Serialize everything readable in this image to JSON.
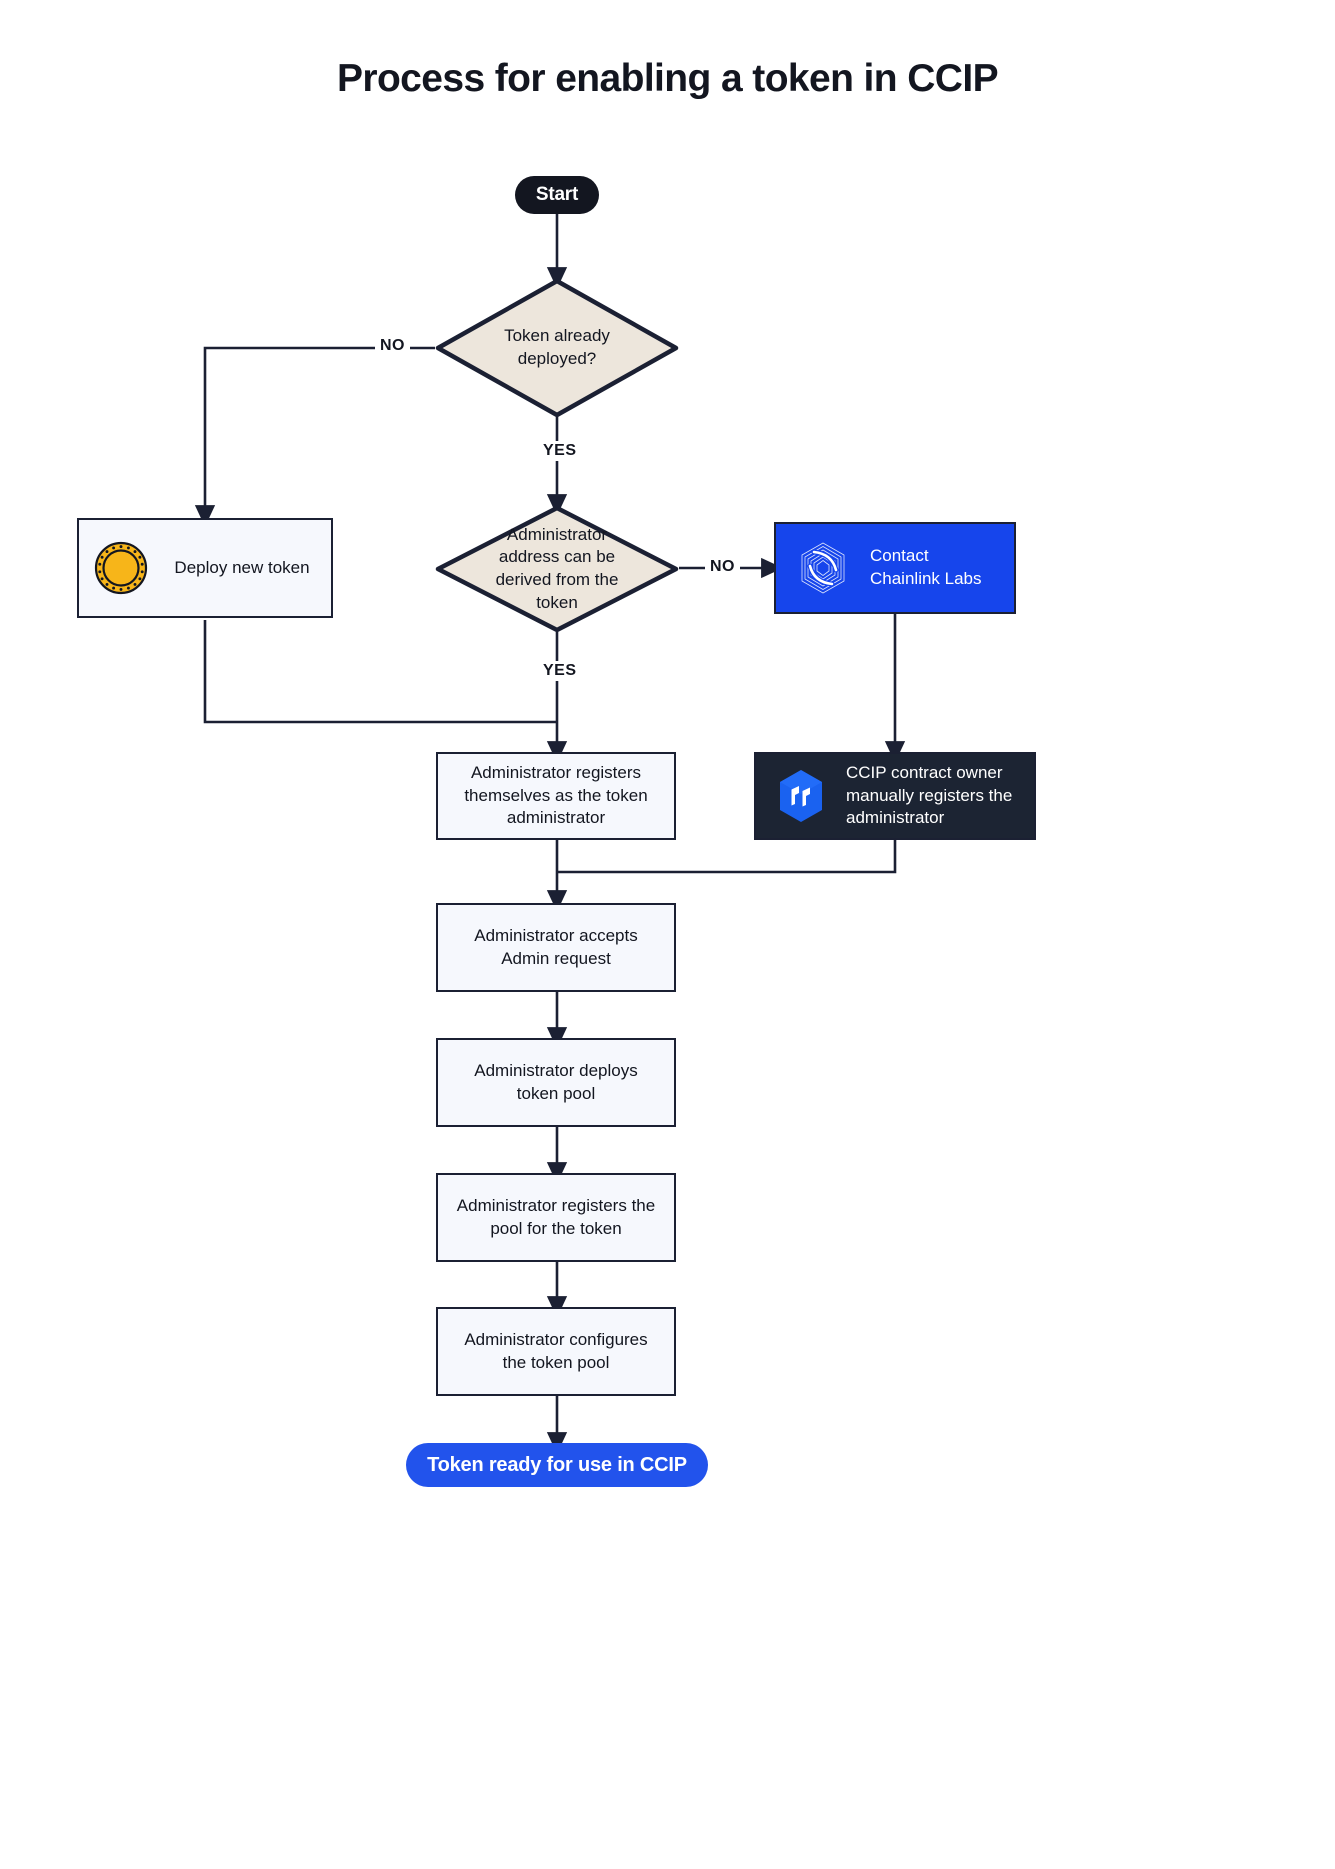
{
  "title": "Process for enabling a token in CCIP",
  "colors": {
    "background": "#ffffff",
    "ink": "#131620",
    "stroke": "#1B2033",
    "decision_fill": "#EDE6DC",
    "process_fill": "#F6F8FD",
    "blue_accent": "#1645EC",
    "blue_cta": "#2253EC",
    "dark_panel": "#1C2433",
    "coin_gold": "#F7B519"
  },
  "chart_data": {
    "type": "diagram",
    "diagram_kind": "flowchart",
    "orientation": "top-to-bottom",
    "title": "Process for enabling a token in CCIP",
    "nodes": [
      {
        "id": "start",
        "shape": "terminator",
        "label": "Start"
      },
      {
        "id": "q_deployed",
        "shape": "decision",
        "label": "Token already deployed?"
      },
      {
        "id": "deploy",
        "shape": "process",
        "label": "Deploy new token",
        "icon": "gold-coin-icon"
      },
      {
        "id": "q_derived",
        "shape": "decision",
        "label": "Administrator address can be derived from the token"
      },
      {
        "id": "contact",
        "shape": "process",
        "label": "Contact Chainlink Labs",
        "icon": "chainlink-logo-icon",
        "style": "blue"
      },
      {
        "id": "register_self",
        "shape": "process",
        "label": "Administrator registers themselves as the token administrator"
      },
      {
        "id": "manual_reg",
        "shape": "process",
        "label": "CCIP contract owner manually registers the administrator",
        "icon": "ccip-hex-icon",
        "style": "dark"
      },
      {
        "id": "accept",
        "shape": "process",
        "label": "Administrator accepts Admin request"
      },
      {
        "id": "deploy_pool",
        "shape": "process",
        "label": "Administrator deploys token pool"
      },
      {
        "id": "register_pool",
        "shape": "process",
        "label": "Administrator registers the pool for the token"
      },
      {
        "id": "configure",
        "shape": "process",
        "label": "Administrator configures the token pool"
      },
      {
        "id": "ready",
        "shape": "terminator",
        "label": "Token ready for use in CCIP"
      }
    ],
    "edges": [
      {
        "from": "start",
        "to": "q_deployed",
        "label": ""
      },
      {
        "from": "q_deployed",
        "to": "deploy",
        "label": "NO"
      },
      {
        "from": "q_deployed",
        "to": "q_derived",
        "label": "YES"
      },
      {
        "from": "deploy",
        "to": "register_self",
        "label": ""
      },
      {
        "from": "q_derived",
        "to": "contact",
        "label": "NO"
      },
      {
        "from": "q_derived",
        "to": "register_self",
        "label": "YES"
      },
      {
        "from": "contact",
        "to": "manual_reg",
        "label": ""
      },
      {
        "from": "register_self",
        "to": "accept",
        "label": ""
      },
      {
        "from": "manual_reg",
        "to": "accept",
        "label": ""
      },
      {
        "from": "accept",
        "to": "deploy_pool",
        "label": ""
      },
      {
        "from": "deploy_pool",
        "to": "register_pool",
        "label": ""
      },
      {
        "from": "register_pool",
        "to": "configure",
        "label": ""
      },
      {
        "from": "configure",
        "to": "ready",
        "label": ""
      }
    ]
  },
  "nodes": {
    "start": {
      "label": "Start"
    },
    "q_deployed": {
      "label": "Token already deployed?"
    },
    "deploy": {
      "label": "Deploy new token"
    },
    "q_derived": {
      "label": "Administrator address can be derived from the token"
    },
    "contact": {
      "label": "Contact Chainlink Labs"
    },
    "register_self": {
      "label": "Administrator registers themselves as the token administrator"
    },
    "manual_reg": {
      "label": "CCIP contract owner manually registers the administrator"
    },
    "accept": {
      "label": "Administrator accepts Admin request"
    },
    "deploy_pool": {
      "label": "Administrator deploys token pool"
    },
    "register_pool": {
      "label": "Administrator registers the pool for the token"
    },
    "configure": {
      "label": "Administrator configures the token pool"
    },
    "ready": {
      "label": "Token ready for use in CCIP"
    }
  },
  "edge_labels": {
    "deployed_no": "NO",
    "deployed_yes": "YES",
    "derived_no": "NO",
    "derived_yes": "YES"
  }
}
